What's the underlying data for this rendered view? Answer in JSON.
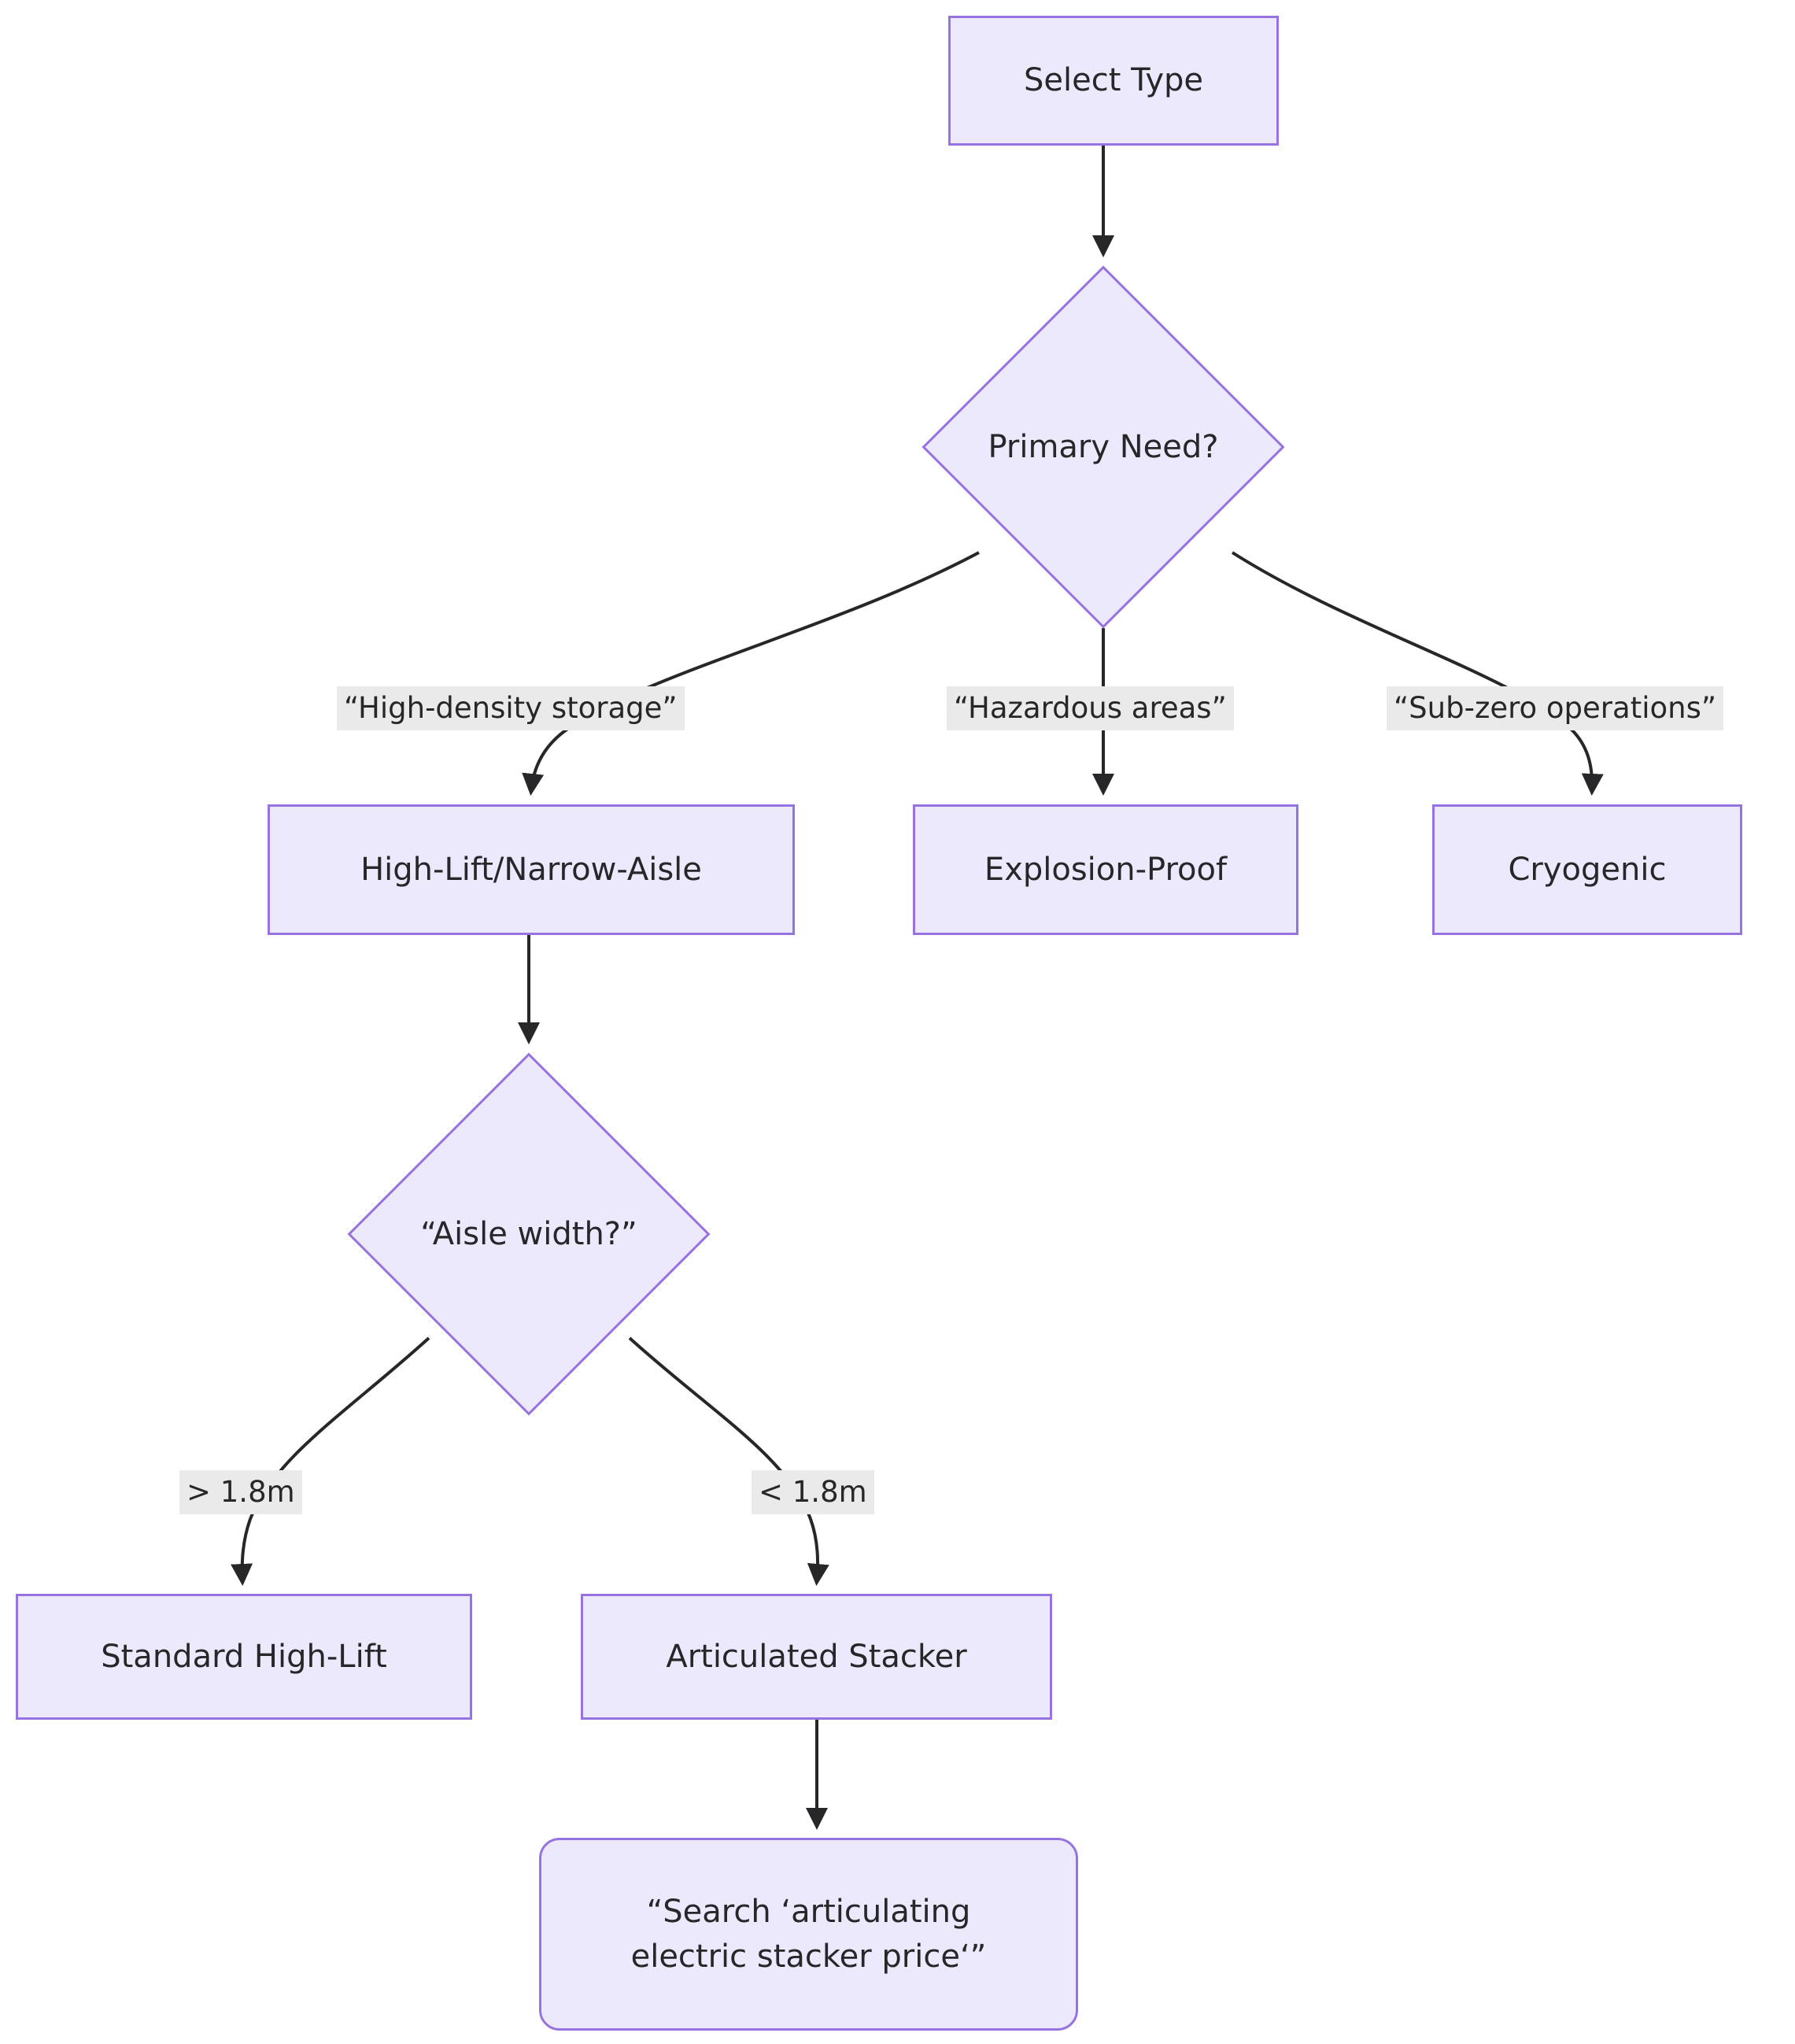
{
  "diagram": {
    "type": "flowchart",
    "direction": "top-down",
    "title": "",
    "background_color": "#ffffff",
    "node_fill_color": "#ece9fc",
    "node_border_color": "#9673e0",
    "edge_color": "#27272a",
    "edge_label_background": "#eaeaea",
    "text_color": "#27272a"
  },
  "nodes": {
    "select_type": {
      "id": "A",
      "shape": "rectangle",
      "label": "Select Type"
    },
    "primary_need": {
      "id": "B",
      "shape": "diamond",
      "label": "Primary Need?"
    },
    "high_lift_narrow_aisle": {
      "id": "C",
      "shape": "rectangle",
      "label": "High-Lift/Narrow-Aisle"
    },
    "explosion_proof": {
      "id": "D",
      "shape": "rectangle",
      "label": "Explosion-Proof"
    },
    "cryogenic": {
      "id": "E",
      "shape": "rectangle",
      "label": "Cryogenic"
    },
    "aisle_width": {
      "id": "F",
      "shape": "diamond",
      "label": "“Aisle width?”"
    },
    "standard_high_lift": {
      "id": "G",
      "shape": "rectangle",
      "label": "Standard High-Lift"
    },
    "articulated_stacker": {
      "id": "H",
      "shape": "rectangle",
      "label": "Articulated Stacker"
    },
    "search_query": {
      "id": "I",
      "shape": "rounded-rectangle",
      "label": "“Search ‘articulating\nelectric stacker price‘”"
    }
  },
  "edges": [
    {
      "from": "select_type",
      "to": "primary_need",
      "label": ""
    },
    {
      "from": "primary_need",
      "to": "high_lift_narrow_aisle",
      "label": "“High-density storage”"
    },
    {
      "from": "primary_need",
      "to": "explosion_proof",
      "label": "“Hazardous areas”"
    },
    {
      "from": "primary_need",
      "to": "cryogenic",
      "label": "“Sub-zero operations”"
    },
    {
      "from": "high_lift_narrow_aisle",
      "to": "aisle_width",
      "label": ""
    },
    {
      "from": "aisle_width",
      "to": "standard_high_lift",
      "label": "> 1.8m"
    },
    {
      "from": "aisle_width",
      "to": "articulated_stacker",
      "label": "< 1.8m"
    },
    {
      "from": "articulated_stacker",
      "to": "search_query",
      "label": ""
    }
  ],
  "edge_labels": {
    "high_density_storage": "“High-density storage”",
    "hazardous_areas": "“Hazardous areas”",
    "sub_zero_operations": "“Sub-zero operations”",
    "aisle_gt": "> 1.8m",
    "aisle_lt": "< 1.8m"
  }
}
